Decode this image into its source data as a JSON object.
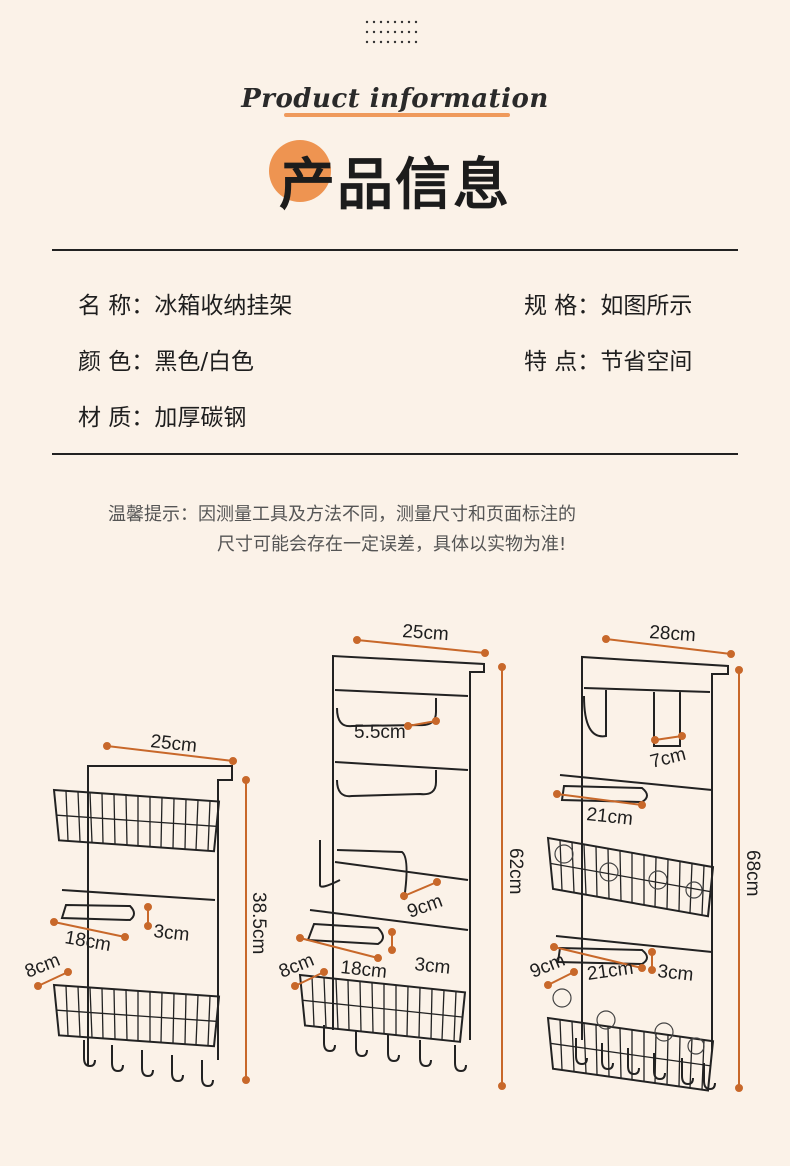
{
  "header": {
    "script_title": "Product information",
    "cn_title": "产品信息"
  },
  "specs": {
    "name": {
      "label": "名 称：",
      "value": "冰箱收纳挂架"
    },
    "size": {
      "label": "规 格：",
      "value": "如图所示"
    },
    "color": {
      "label": "颜 色：",
      "value": "黑色/白色"
    },
    "feature": {
      "label": "特 点：",
      "value": "节省空间"
    },
    "material": {
      "label": "材 质：",
      "value": "加厚碳钢"
    }
  },
  "notice": {
    "line1": "温馨提示：因测量工具及方法不同，测量尺寸和页面标注的",
    "line2": "尺寸可能会存在一定误差，具体以实物为准!"
  },
  "products": [
    {
      "width": "25cm",
      "height": "38.5cm",
      "rail": "18cm",
      "gap": "3cm",
      "depth": "8cm"
    },
    {
      "width": "25cm",
      "height": "62cm",
      "loop": "5.5cm",
      "hook": "9cm",
      "rail": "18cm",
      "gap": "3cm",
      "depth": "8cm"
    },
    {
      "width": "28cm",
      "height": "68cm",
      "hook": "7cm",
      "rail_top": "21cm",
      "rail": "21cm",
      "gap": "3cm",
      "depth": "9cm"
    }
  ],
  "colors": {
    "accent": "#ee9451",
    "dimension": "#c8682a",
    "background": "#fbf2e8",
    "line": "#222222"
  }
}
